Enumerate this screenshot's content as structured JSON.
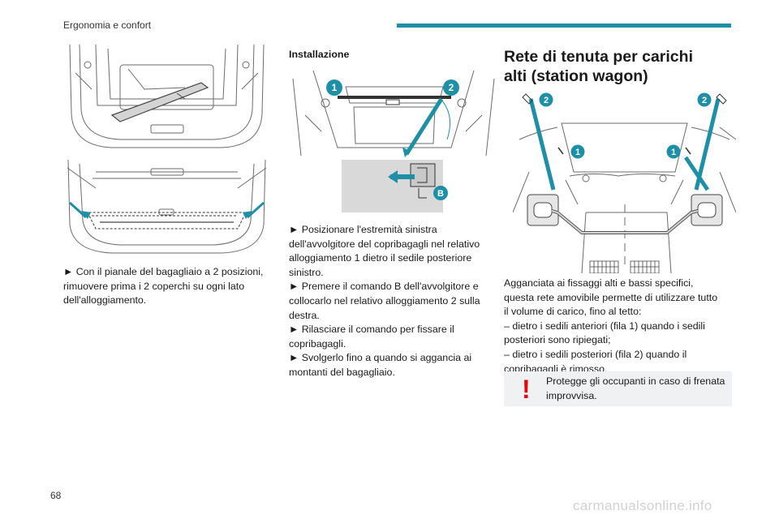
{
  "header": {
    "title": "Ergonomia e confort"
  },
  "page_number": "68",
  "watermark": "carmanualsonline.info",
  "col1": {
    "text_lines": [
      "► Con il pianale del bagagliaio a 2 posizioni,",
      "rimuovere prima i 2 coperchi su ogni lato",
      "dell'alloggiamento."
    ]
  },
  "col2": {
    "subtitle": "Installazione",
    "callouts": {
      "one": "1",
      "two": "2",
      "b": "B"
    },
    "text_lines": [
      "► Posizionare l'estremità sinistra",
      "dell'avvolgitore del copribagagli nel relativo",
      "alloggiamento 1 dietro il sedile posteriore",
      "sinistro.",
      "► Premere il comando B dell'avvolgitore e",
      "collocarlo nel relativo alloggiamento 2 sulla",
      "destra.",
      "► Rilasciare il comando per fissare il",
      "copribagagli.",
      "► Svolgerlo fino a quando si aggancia ai",
      "montanti del bagagliaio."
    ]
  },
  "col3": {
    "title_line1": "Rete di tenuta per carichi",
    "title_line2": "alti (station wagon)",
    "callouts": {
      "one": "1",
      "two": "2"
    },
    "text_lines": [
      "Agganciata ai fissaggi alti e bassi specifici,",
      "questa rete amovibile permette di utilizzare tutto",
      "il volume di carico, fino al tetto:",
      "– dietro i sedili anteriori (fila 1) quando i sedili",
      "posteriori sono ripiegati;",
      "– dietro i sedili posteriori (fila 2) quando il",
      "copribagagli è rimosso."
    ],
    "warning": {
      "icon": "!",
      "line1": "Protegge gli occupanti in caso di frenata",
      "line2": "improvvisa."
    }
  },
  "colors": {
    "accent": "#1f8fa5",
    "callout": "#1f8fa5",
    "warning": "#e30613",
    "warning_bg": "#f0f1f2"
  }
}
